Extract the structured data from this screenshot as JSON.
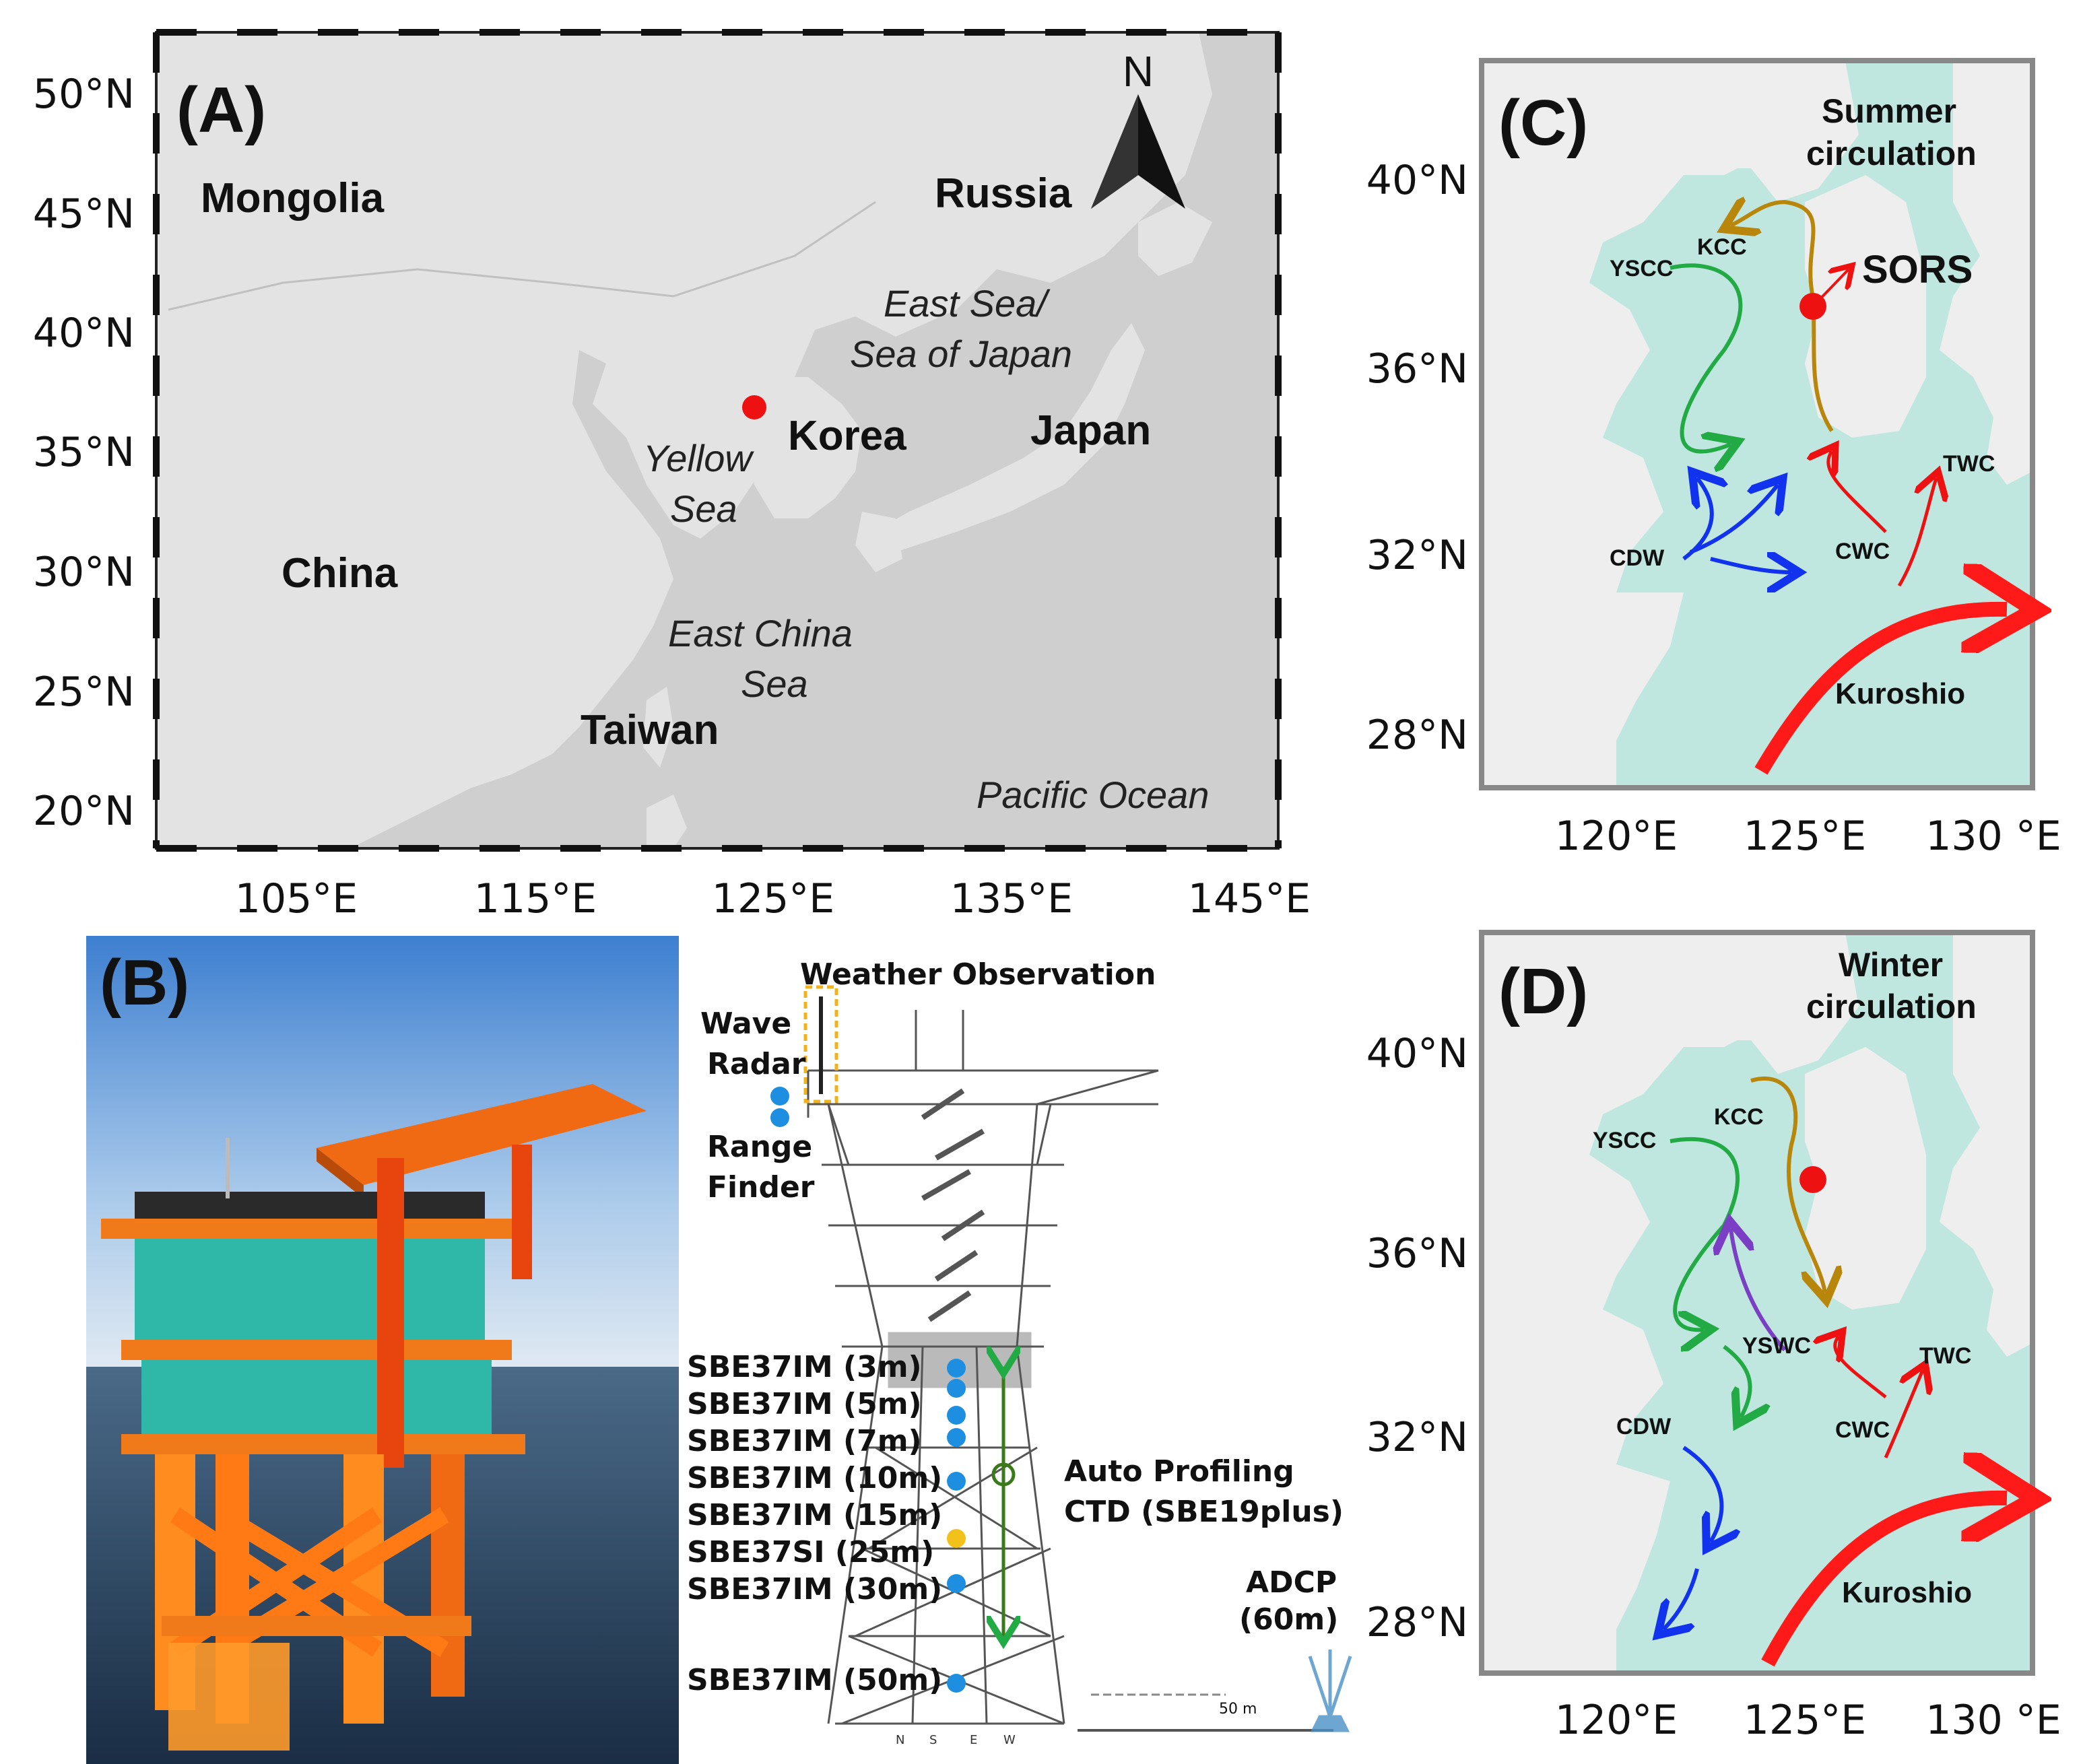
{
  "colors": {
    "land": "#dcdcdc",
    "sea_map": "#cfcfcf",
    "sea_current": "#bfe7e0",
    "station": "#ee1111",
    "kuroshio": "#ff1a1a",
    "ysc": "#22aa44",
    "kcc": "#b8860b",
    "cdw": "#1133ee",
    "yswc": "#7a3fc4",
    "platform_orange": "#f07a1a",
    "platform_teal": "#2fb8a8",
    "sensor_blue": "#1e8fe0",
    "sensor_yellow": "#f2c21a",
    "profiler_green": "#3a7a1a"
  },
  "panel_a": {
    "label": "(A)",
    "lat_ticks": [
      "50°N",
      "45°N",
      "40°N",
      "35°N",
      "30°N",
      "25°N",
      "20°N"
    ],
    "lon_ticks": [
      "105°E",
      "115°E",
      "125°E",
      "135°E",
      "145°E"
    ],
    "north_label": "N",
    "countries": {
      "mongolia": "Mongolia",
      "russia": "Russia",
      "korea": "Korea",
      "japan": "Japan",
      "china": "China",
      "taiwan": "Taiwan"
    },
    "seas": {
      "east_sea_1": "East Sea/",
      "east_sea_2": "Sea of Japan",
      "yellow_1": "Yellow",
      "yellow_2": "Sea",
      "ecs_1": "East China",
      "ecs_2": "Sea",
      "pacific": "Pacific Ocean"
    }
  },
  "panel_b": {
    "label": "(B)",
    "weather": "Weather Observation",
    "wave_1": "Wave",
    "wave_2": "Radar",
    "range_1": "Range",
    "range_2": "Finder",
    "sensors": [
      "SBE37IM (3m)",
      "SBE37IM (5m)",
      "SBE37IM (7m)",
      "SBE37IM (10m)",
      "SBE37IM (15m)",
      "SBE37SI (25m)",
      "SBE37IM (30m)",
      "SBE37IM (50m)"
    ],
    "profiler_1": "Auto Profiling",
    "profiler_2": "CTD (SBE19plus)",
    "adcp_1": "ADCP",
    "adcp_2": "(60m)",
    "distance": "50 m",
    "dirs": [
      "N",
      "S",
      "E",
      "W"
    ]
  },
  "panel_c": {
    "label": "(C)",
    "title_1": "Summer",
    "title_2": "circulation",
    "lat_ticks": [
      "40°N",
      "36°N",
      "32°N",
      "28°N"
    ],
    "lon_ticks": [
      "120°E",
      "125°E",
      "130 °E"
    ],
    "currents": {
      "ysc": "YSCC",
      "kcc": "KCC",
      "cdw": "CDW",
      "cwc": "CWC",
      "twc": "TWC",
      "kuroshio": "Kuroshio"
    },
    "station": "SORS"
  },
  "panel_d": {
    "label": "(D)",
    "title_1": "Winter",
    "title_2": "circulation",
    "lat_ticks": [
      "40°N",
      "36°N",
      "32°N",
      "28°N"
    ],
    "lon_ticks": [
      "120°E",
      "125°E",
      "130 °E"
    ],
    "currents": {
      "ysc": "YSCC",
      "kcc": "KCC",
      "yswc": "YSWC",
      "cdw": "CDW",
      "cwc": "CWC",
      "twc": "TWC",
      "kuroshio": "Kuroshio"
    }
  }
}
